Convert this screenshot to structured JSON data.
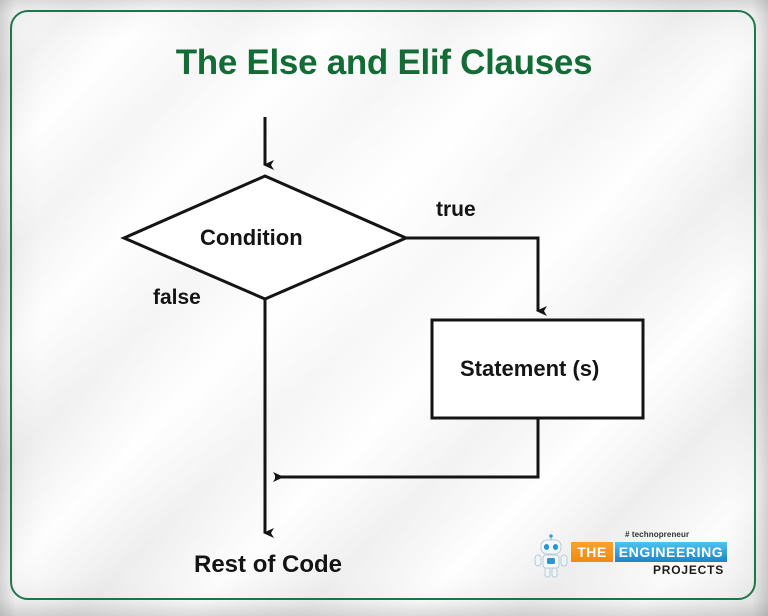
{
  "slide": {
    "title": "The Else and Elif Clauses",
    "accent_color": "#136b36",
    "border_color": "#13733f",
    "background_color": "#e8e8e8"
  },
  "flowchart": {
    "type": "flowchart",
    "nodes": [
      {
        "id": "condition",
        "shape": "diamond",
        "label": "Condition"
      },
      {
        "id": "statement",
        "shape": "rectangle",
        "label": "Statement (s)"
      },
      {
        "id": "rest",
        "shape": "text",
        "label": "Rest of Code"
      }
    ],
    "edge_labels": {
      "true": "true",
      "false": "false"
    },
    "stroke_color": "#141414",
    "node_fill": "#ffffff"
  },
  "logo": {
    "tagline": "# technopreneur",
    "word_the": "THE",
    "word_engineering": "ENGINEERING",
    "word_projects": "PROJECTS",
    "robot_icon": "robot-icon",
    "the_color": "#f08a12",
    "engineering_color": "#1b84c8"
  }
}
